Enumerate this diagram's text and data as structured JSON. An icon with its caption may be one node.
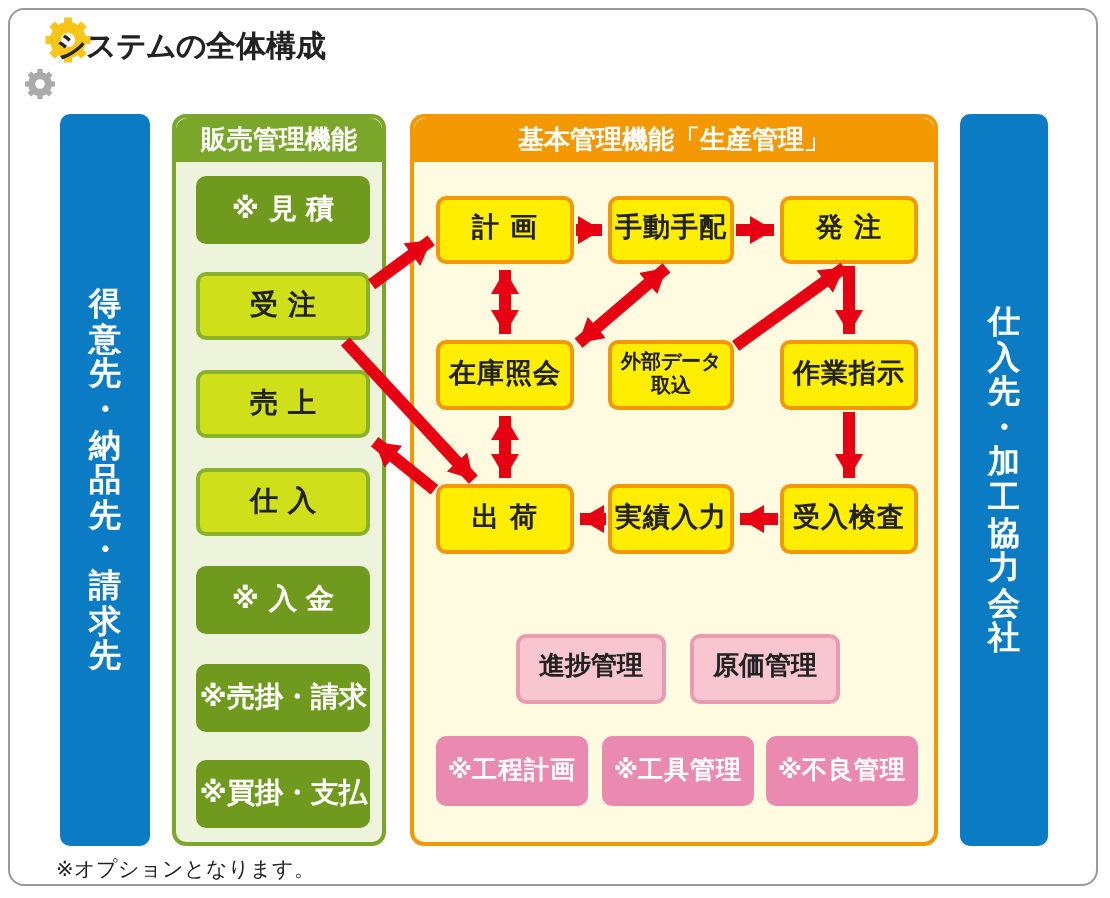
{
  "diagram": {
    "title": "システムの全体構成",
    "nodes": [
      {
        "text": [
          "得意先・納品先・請求先"
        ]
      },
      {
        "text": [
          "販売管理機能"
        ]
      },
      {
        "text": [
          "※ 見 積"
        ],
        "in": 1
      },
      {
        "text": [
          "受 注"
        ],
        "in": 1
      },
      {
        "text": [
          "売 上"
        ],
        "in": 1
      },
      {
        "text": [
          "仕 入"
        ],
        "in": 1
      },
      {
        "text": [
          "※ 入 金"
        ],
        "in": 1
      },
      {
        "text": [
          "※売掛・請求"
        ],
        "in": 1
      },
      {
        "text": [
          "※買掛・支払"
        ],
        "in": 1
      },
      {
        "text": [
          "基本管理機能「生産管理」"
        ]
      },
      {
        "text": [
          "計 画"
        ],
        "in": 9
      },
      {
        "text": [
          "手動手配"
        ],
        "in": 9
      },
      {
        "text": [
          "発 注"
        ],
        "in": 9
      },
      {
        "text": [
          "在庫照会"
        ],
        "in": 9
      },
      {
        "text": [
          "外部データ取込"
        ],
        "in": 9
      },
      {
        "text": [
          "作業指示"
        ],
        "in": 9
      },
      {
        "text": [
          "出 荷"
        ],
        "in": 9
      },
      {
        "text": [
          "実績入力"
        ],
        "in": 9
      },
      {
        "text": [
          "受入検査"
        ],
        "in": 9
      },
      {
        "text": [
          "進捗管理"
        ],
        "in": 9
      },
      {
        "text": [
          "原価管理"
        ],
        "in": 9
      },
      {
        "text": [
          "※工程計画"
        ],
        "in": 9
      },
      {
        "text": [
          "※工具管理"
        ],
        "in": 9
      },
      {
        "text": [
          "※不良管理"
        ],
        "in": 9
      },
      {
        "text": [
          "仕入先・加工協力会社"
        ]
      }
    ],
    "edges": [
      {
        "from": 3,
        "to": 10,
        "arrow": "to"
      },
      {
        "from": 3,
        "to": 16,
        "arrow": "to"
      },
      {
        "from": 16,
        "to": 4,
        "arrow": "to"
      },
      {
        "from": 10,
        "to": 11,
        "arrow": "to"
      },
      {
        "from": 11,
        "to": 12,
        "arrow": "to"
      },
      {
        "from": 10,
        "to": 13,
        "arrow": "both"
      },
      {
        "from": 13,
        "to": 11,
        "arrow": "both"
      },
      {
        "from": 14,
        "to": 12,
        "arrow": "to"
      },
      {
        "from": 12,
        "to": 15,
        "arrow": "to"
      },
      {
        "from": 15,
        "to": 18,
        "arrow": "to"
      },
      {
        "from": 18,
        "to": 17,
        "arrow": "to"
      },
      {
        "from": 17,
        "to": 16,
        "arrow": "to"
      },
      {
        "from": 13,
        "to": 16,
        "arrow": "both"
      }
    ],
    "labels": [
      "※オプションとなります。"
    ]
  }
}
